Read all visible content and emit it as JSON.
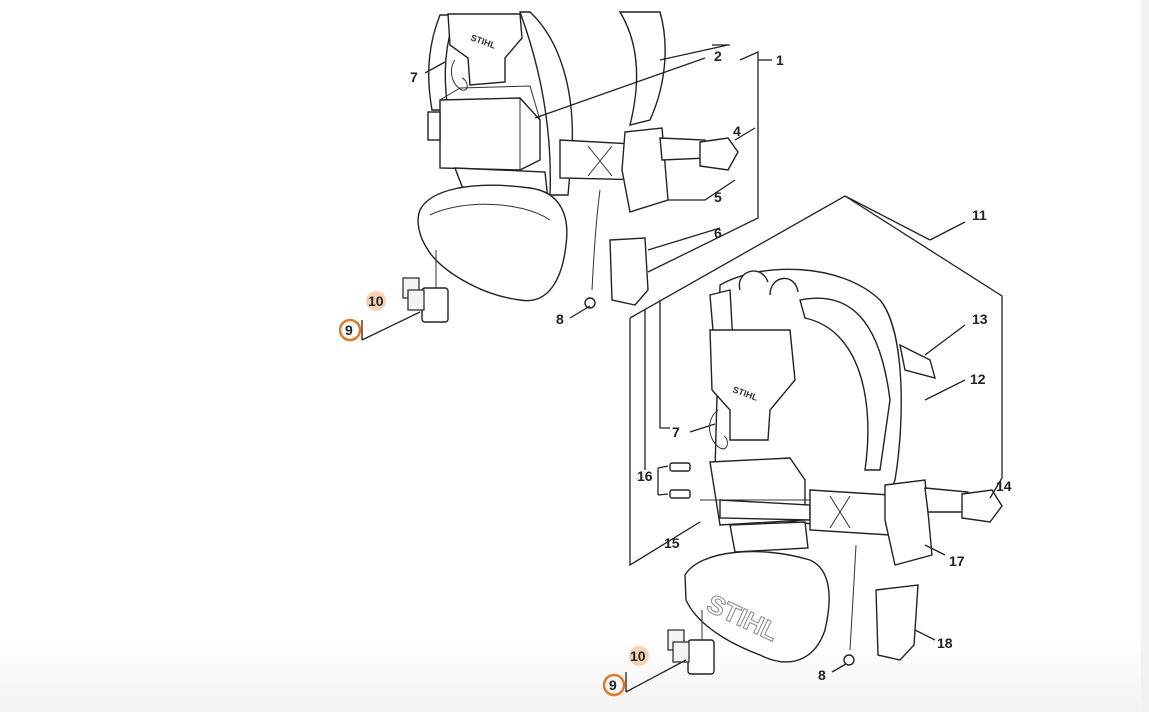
{
  "diagram": {
    "callouts_top": [
      "1",
      "2",
      "4",
      "5",
      "6",
      "7",
      "8"
    ],
    "callouts_bottom": [
      "11",
      "13",
      "12",
      "14",
      "16",
      "7",
      "15",
      "17",
      "18",
      "8"
    ],
    "highlighted": {
      "top_9": "9",
      "top_10": "10",
      "bottom_9": "9",
      "bottom_10": "10"
    },
    "brand_label": "STIHL",
    "colors": {
      "highlight_ring": "#e07a2e",
      "highlight_fill": "#f6d2b4",
      "line": "#222222"
    }
  }
}
